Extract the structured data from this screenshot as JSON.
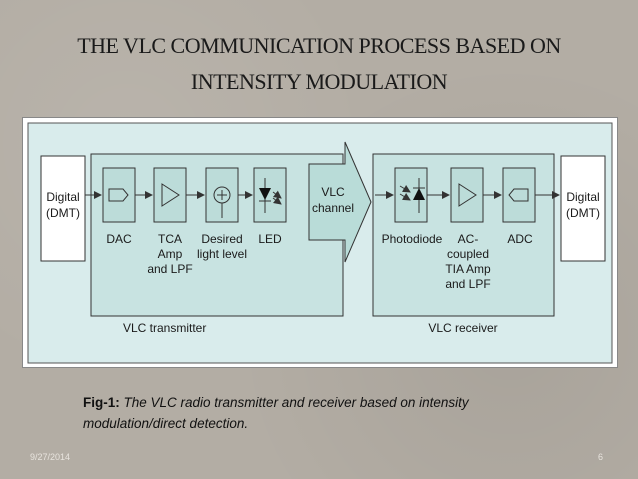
{
  "title": {
    "line1": "THE VLC COMMUNICATION PROCESS BASED ON",
    "line2": "INTENSITY MODULATION"
  },
  "diagram": {
    "source_label": [
      "Digital",
      "(DMT)"
    ],
    "sink_label": [
      "Digital",
      "(DMT)"
    ],
    "transmitter": {
      "label": "VLC transmitter",
      "blocks": [
        {
          "icon": "dac-pentagon-icon",
          "label": [
            "DAC"
          ]
        },
        {
          "icon": "amplifier-triangle-icon",
          "label": [
            "TCA",
            "Amp",
            "and LPF"
          ]
        },
        {
          "icon": "summing-junction-icon",
          "label": [
            "Desired",
            "light level"
          ]
        },
        {
          "icon": "led-icon",
          "label": [
            "LED"
          ]
        }
      ]
    },
    "channel_label": [
      "VLC",
      "channel"
    ],
    "receiver": {
      "label": "VLC receiver",
      "blocks": [
        {
          "icon": "photodiode-icon",
          "label": [
            "Photodiode"
          ]
        },
        {
          "icon": "amplifier-triangle-icon",
          "label": [
            "AC-",
            "coupled",
            "TIA Amp",
            "and LPF"
          ]
        },
        {
          "icon": "adc-pentagon-icon",
          "label": [
            "ADC"
          ]
        }
      ]
    },
    "colors": {
      "panel_fill": "#d9ecec",
      "block_fill": "#c6e2e0",
      "arrow_fill": "#b9dcd8",
      "stroke": "#333333"
    }
  },
  "caption": {
    "prefix": "Fig-1:",
    "text": " The VLC radio transmitter and receiver based on intensity modulation/direct detection."
  },
  "footer": {
    "date": "9/27/2014",
    "page": "6"
  }
}
